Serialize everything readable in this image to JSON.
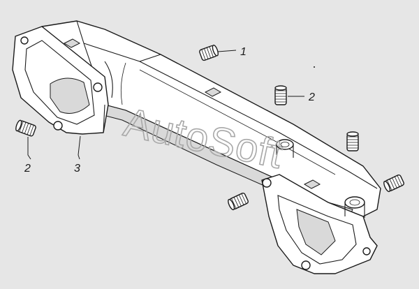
{
  "watermark": {
    "text": "AutoSoft"
  },
  "callouts": [
    {
      "id": "c1",
      "label": "1"
    },
    {
      "id": "c2a",
      "label": "2"
    },
    {
      "id": "c2b",
      "label": "2"
    },
    {
      "id": "c3",
      "label": "3"
    }
  ],
  "colors": {
    "background": "#e6e6e6",
    "line": "#1a1a1a",
    "part_fill": "#ffffff",
    "watermark": "#a8a8a8"
  }
}
